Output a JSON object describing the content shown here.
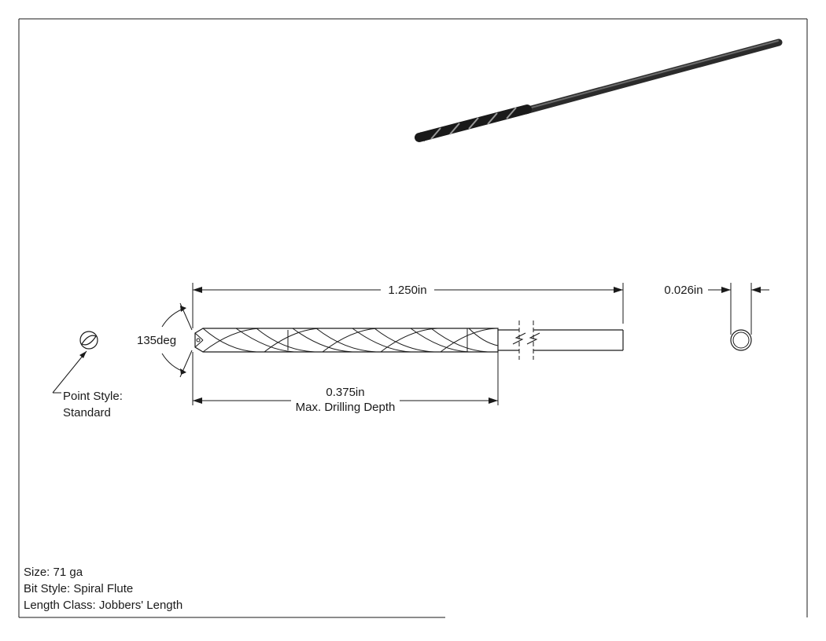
{
  "dimensions": {
    "overall_length": "1.250in",
    "diameter": "0.026in",
    "point_angle": "135deg",
    "drilling_depth_value": "0.375in",
    "drilling_depth_label": "Max. Drilling Depth"
  },
  "point_style": {
    "label": "Point Style:",
    "value": "Standard"
  },
  "specs": {
    "size": "Size: 71 ga",
    "bit_style": "Bit Style: Spiral Flute",
    "length_class": "Length Class: Jobbers' Length"
  },
  "colors": {
    "line": "#1a1a1a",
    "drill_body": "#2b2b2b",
    "drill_highlight": "#6a6a6a"
  }
}
